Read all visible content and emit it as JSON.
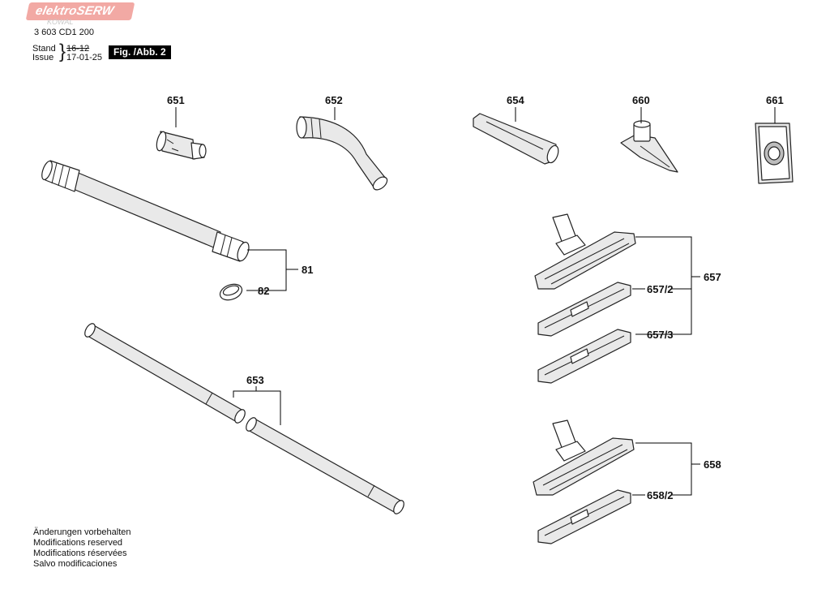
{
  "header": {
    "logo_text": "elektroSERW",
    "logo_sub": "KOWAL",
    "doc_number": "3 603 CD1 200",
    "stand_label": "Stand",
    "issue_label": "Issue",
    "stand_value": "16-12",
    "issue_value": "17-01-25",
    "figure_label": "Fig. /Abb. 2"
  },
  "parts": {
    "p651": "651",
    "p652": "652",
    "p654": "654",
    "p660": "660",
    "p661": "661",
    "p81": "81",
    "p82": "82",
    "p653": "653",
    "p657": "657",
    "p657_2": "657/2",
    "p657_3": "657/3",
    "p658": "658",
    "p658_2": "658/2"
  },
  "footer": {
    "line1": "Änderungen vorbehalten",
    "line2": "Modifications reserved",
    "line3": "Modifications réservées",
    "line4": "Salvo modificaciones"
  }
}
